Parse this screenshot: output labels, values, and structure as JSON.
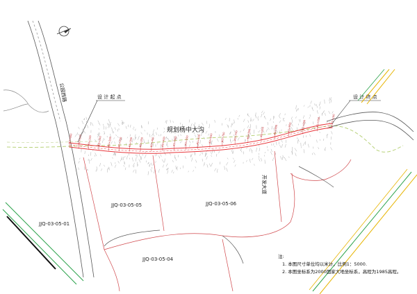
{
  "map": {
    "road_labels": {
      "west_road": "公园西路",
      "east_road": "开发大道"
    },
    "project_label": "规划杨中大沟",
    "design_start": "设 计 起 点",
    "design_end": "设 计 终 点",
    "parcels": [
      "JJQ-03-05-01",
      "JJQ-03-05-05",
      "JJQ-03-05-06",
      "JJQ-03-05-04"
    ],
    "station_marks": [
      "K0+000",
      "K0+050",
      "K0+100",
      "K0+150",
      "K0+200",
      "K0+250",
      "K0+300",
      "K0+350",
      "K0+400",
      "K0+450",
      "K0+500",
      "K0+550",
      "K0+600",
      "K0+650",
      "K0+700",
      "K0+750",
      "K0+800",
      "K0+850",
      "K0+900",
      "K0+950",
      "K1+000",
      "K1+050",
      "K1+100"
    ]
  },
  "notes": {
    "title": "注:",
    "items": [
      "1. 本图尺寸单位均以米计，比例1：5000.",
      "2. 本图坐标系为2000国家大地坐标系，高程为1985高程。"
    ]
  },
  "colors": {
    "channel": "#e8353a",
    "parcel_line": "#d0464a",
    "rail_green": "#2aa24a",
    "rail_yellow": "#e7b400",
    "dashed": "#b8d27a",
    "terrain": "#9a9a9a"
  }
}
